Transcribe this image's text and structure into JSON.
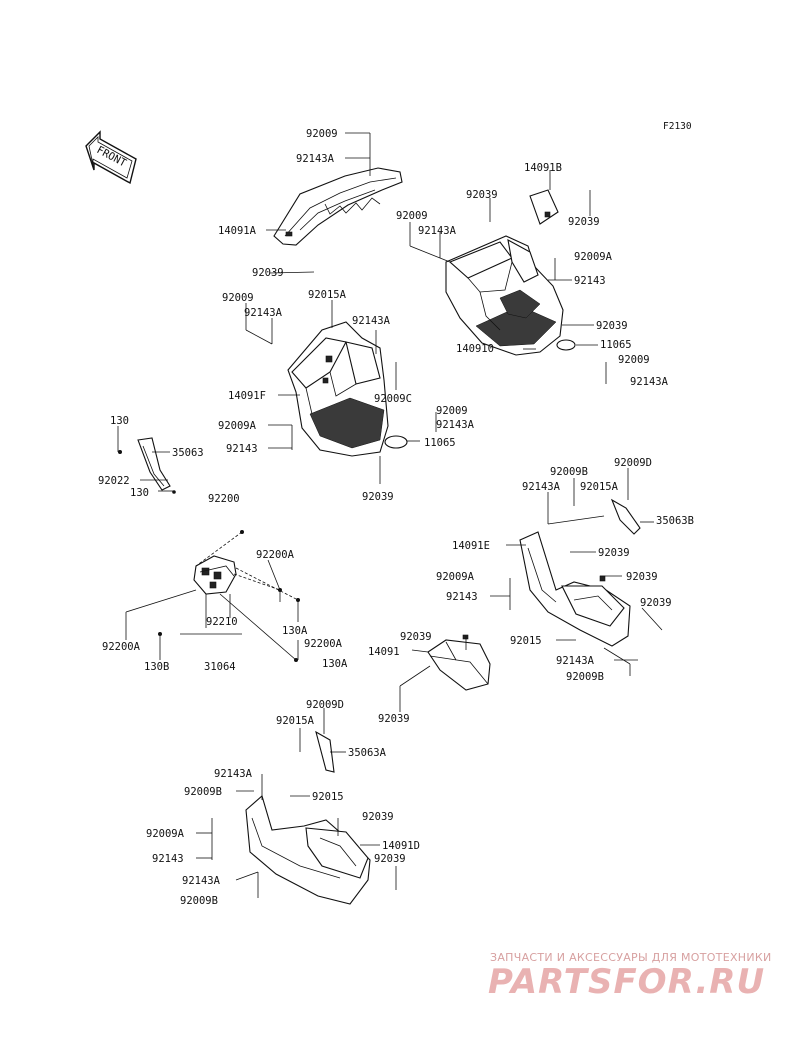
{
  "figure_code": "F2130",
  "front_label": "FRONT",
  "watermark": {
    "tagline": "ЗАПЧАСТИ И АКСЕССУАРЫ ДЛЯ МОТОТЕХНИКИ",
    "brand": "PARTSFOR.RU"
  },
  "labels": [
    "92009",
    "92143A",
    "14091A",
    "14091B",
    "92039",
    "92009",
    "92039",
    "92143A",
    "92009A",
    "92143",
    "92039",
    "140910",
    "11065",
    "92009",
    "92143A",
    "92039",
    "92009",
    "92015A",
    "92143A",
    "92143A",
    "14091F",
    "92009C",
    "92009",
    "92143A",
    "92009A",
    "92143",
    "11065",
    "92039",
    "130",
    "35063",
    "92022",
    "130",
    "92200",
    "92009B",
    "92009D",
    "92143A",
    "92015A",
    "35063B",
    "14091E",
    "92039",
    "92009A",
    "92039",
    "92143",
    "92039",
    "92015",
    "92143A",
    "92009B",
    "92200A",
    "130A",
    "92210",
    "92200A",
    "92200A",
    "130A",
    "130B",
    "31064",
    "92039",
    "14091",
    "92039",
    "92009D",
    "92015A",
    "35063A",
    "92143A",
    "92009B",
    "92015",
    "92039",
    "92009A",
    "14091D",
    "92143",
    "92039",
    "92143A",
    "92009B"
  ]
}
